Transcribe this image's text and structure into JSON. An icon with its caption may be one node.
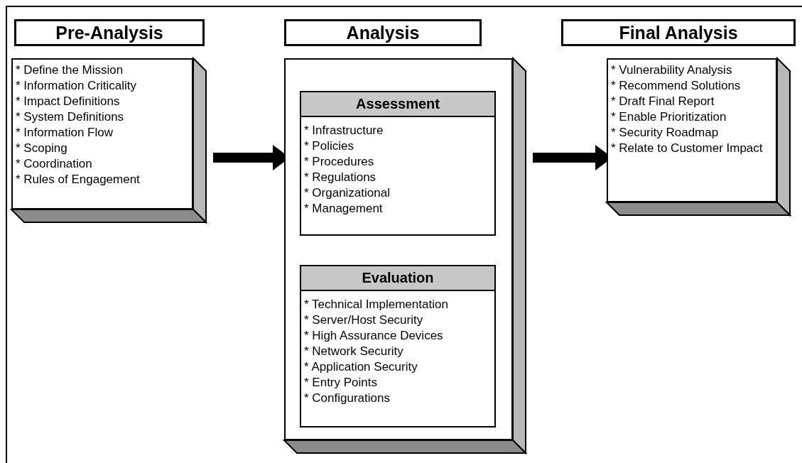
{
  "diagram": {
    "nodes": [
      {
        "text": [
          "Pre-Analysis"
        ]
      },
      {
        "text": [
          "* Define the Mission",
          "* Information Criticality",
          "* Impact Definitions",
          "* System Definitions",
          "* Information Flow",
          "* Scoping",
          "* Coordination",
          "* Rules of Engagement"
        ]
      },
      {
        "text": [
          "Analysis"
        ]
      },
      {
        "text": [],
        "shape": "box"
      },
      {
        "text": [
          "Assessment",
          "* Infrastructure",
          "* Policies",
          "* Procedures",
          "* Regulations",
          "* Organizational",
          "* Management"
        ],
        "in": 3
      },
      {
        "text": [
          "Evaluation",
          "* Technical Implementation",
          "* Server/Host Security",
          "* High Assurance Devices",
          "* Network Security",
          "* Application Security",
          "* Entry Points",
          "* Configurations"
        ],
        "in": 3
      },
      {
        "text": [
          "Final Analysis"
        ]
      },
      {
        "text": [
          "* Vulnerability Analysis",
          "* Recommend Solutions",
          "* Draft Final Report",
          "* Enable Prioritization",
          "* Security Roadmap",
          "* Relate to Customer Impact"
        ]
      }
    ],
    "edges": [
      {
        "from": 1,
        "to": 3,
        "arrow": "to"
      },
      {
        "from": 3,
        "to": 7,
        "arrow": "to"
      }
    ]
  }
}
